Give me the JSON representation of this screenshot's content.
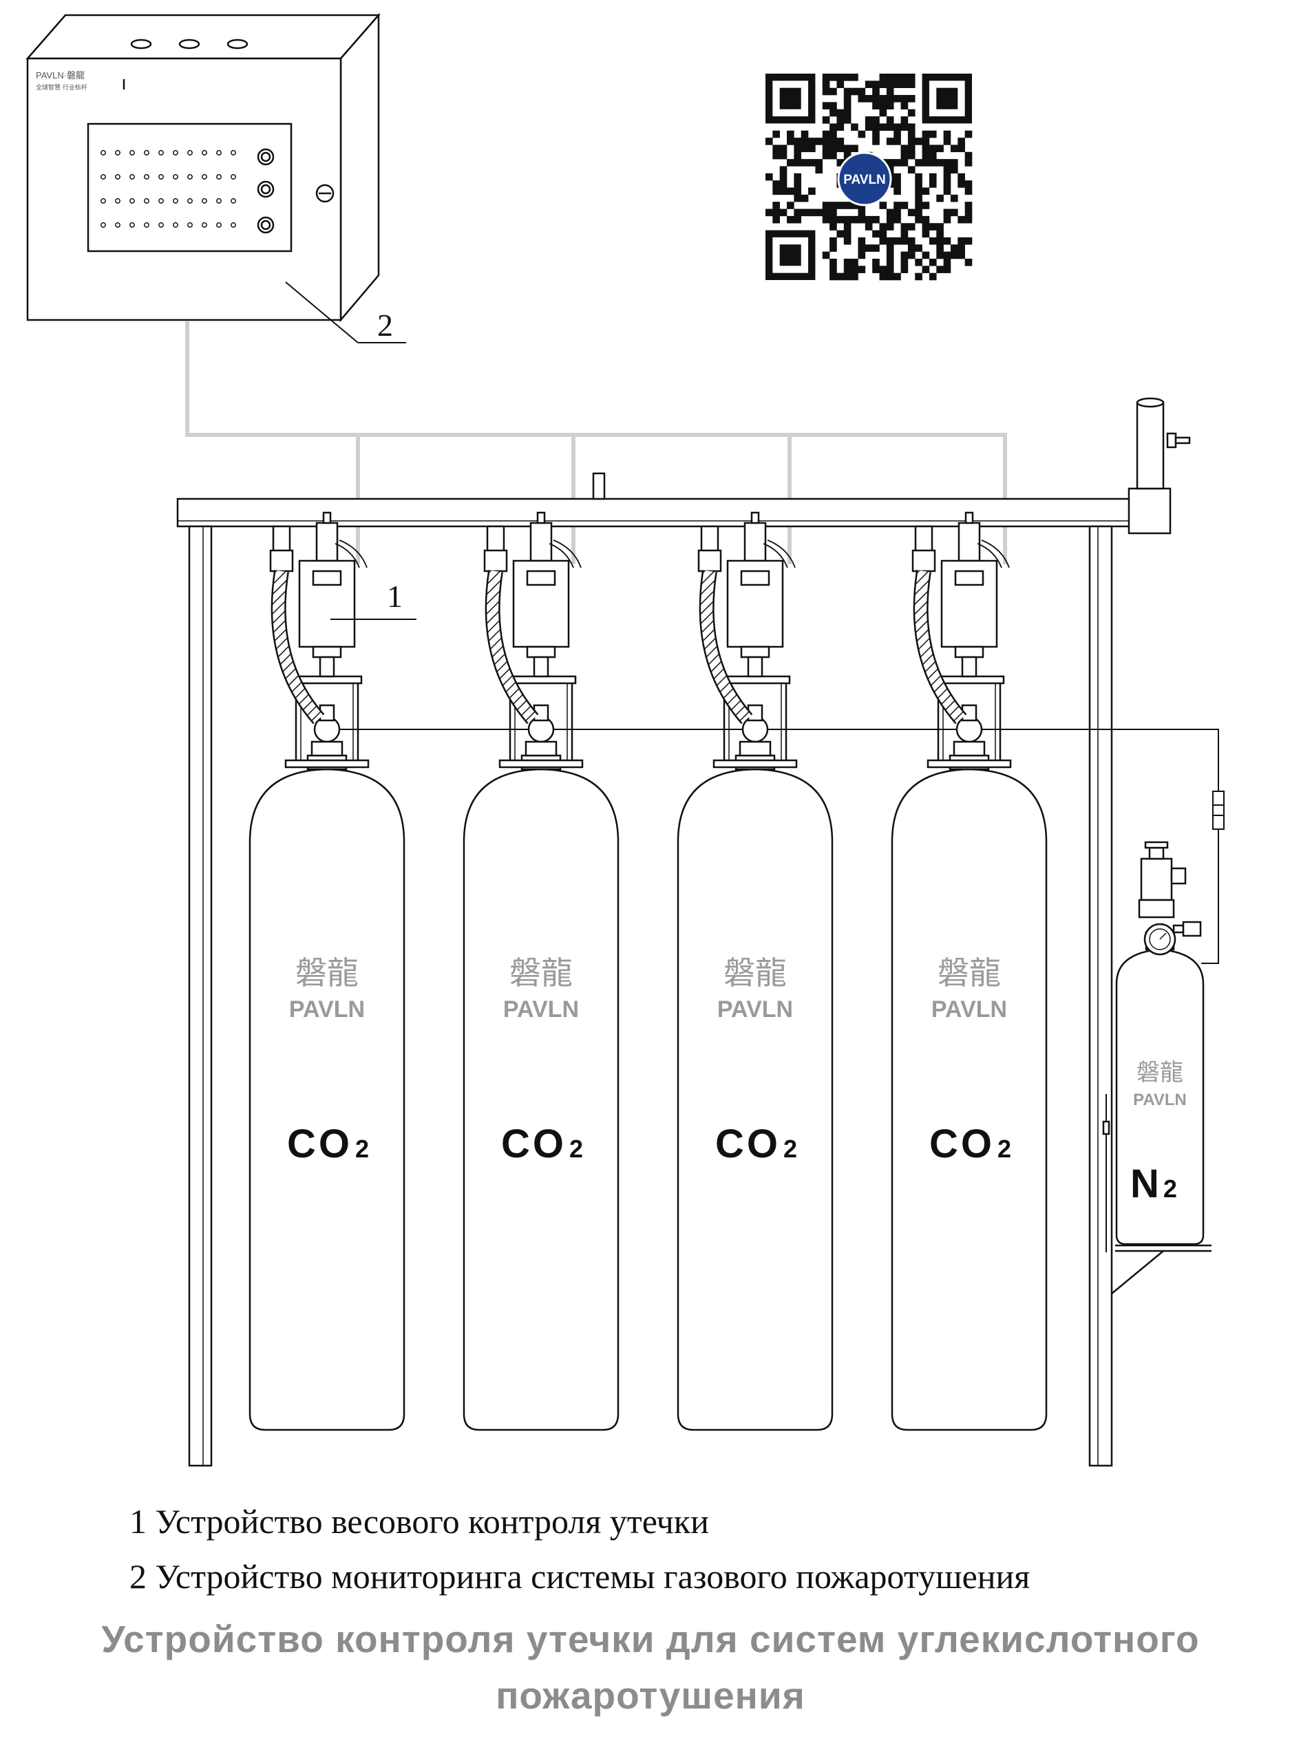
{
  "box": {
    "brand": "PAVLN·磐龍",
    "slogan": "全球智慧 行业标杆"
  },
  "qr": {
    "logo_text": "PAVLN"
  },
  "callouts": {
    "one": "1",
    "two": "2"
  },
  "cylinders": [
    {
      "brand_cn": "磐龍",
      "brand_en": "PAVLN",
      "gas": "CO",
      "sub": "2"
    },
    {
      "brand_cn": "磐龍",
      "brand_en": "PAVLN",
      "gas": "CO",
      "sub": "2"
    },
    {
      "brand_cn": "磐龍",
      "brand_en": "PAVLN",
      "gas": "CO",
      "sub": "2"
    },
    {
      "brand_cn": "磐龍",
      "brand_en": "PAVLN",
      "gas": "CO",
      "sub": "2"
    }
  ],
  "n2_cylinder": {
    "brand_cn": "磐龍",
    "brand_en": "PAVLN",
    "gas": "N",
    "sub": "2"
  },
  "legend": {
    "item1": "1 Устройство весового контроля утечки",
    "item2": "2 Устройство мониторинга системы газового пожаротушения"
  },
  "caption": {
    "line1": "Устройство контроля утечки для систем углекислотного",
    "line2": "пожаротушения"
  },
  "colors": {
    "line": "#111111",
    "cable": "#cfcfcf",
    "qr_logo": "#1c3f8c",
    "brand_gray": "#9a9a9a",
    "caption_gray": "#8c8c8c"
  }
}
